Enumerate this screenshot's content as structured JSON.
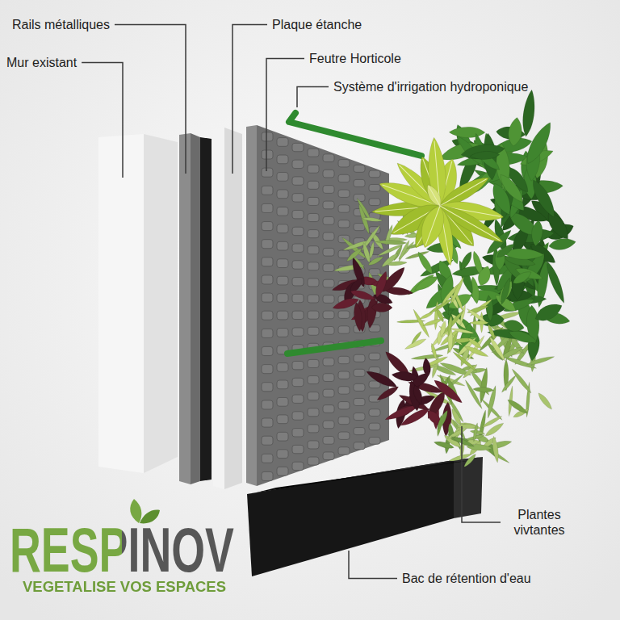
{
  "diagram": {
    "labels": [
      "Rails métalliques",
      "Plaque étanche",
      "Mur existant",
      "Feutre Horticole",
      "Système d'irrigation hydroponique",
      "Plantes vivtantes",
      "Bac de rétention d'eau",
      "RESPINOV",
      "VEGETALISE VOS ESPACES"
    ]
  }
}
